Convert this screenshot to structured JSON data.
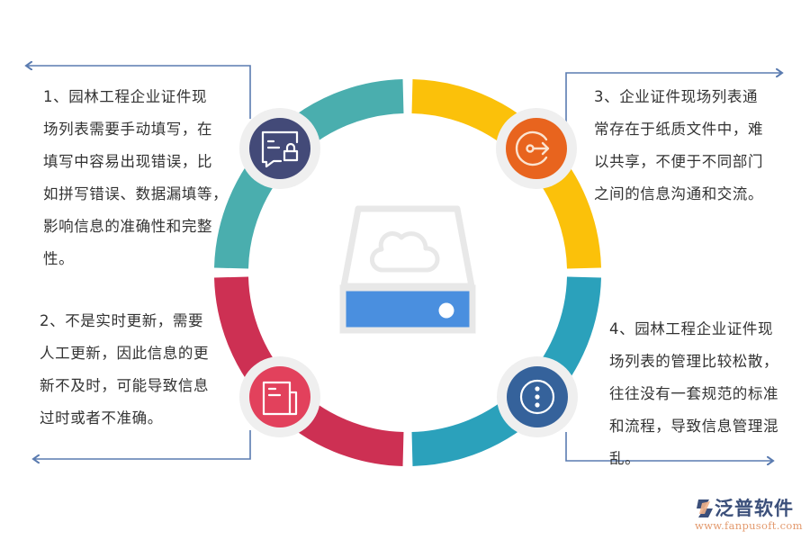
{
  "diagram": {
    "type": "circular-four-segment-infographic",
    "center_icon": "cloud-storage-drive-icon",
    "colors": {
      "segment_top_left": "#4aaeae",
      "segment_top_right": "#fbc10a",
      "segment_bottom_left": "#cd3053",
      "segment_bottom_right": "#2ba1bb",
      "icon_top_left": "#434a78",
      "icon_top_right": "#e8641e",
      "icon_bottom_left": "#e2415c",
      "icon_bottom_right": "#35629b",
      "connector_line": "#5a7bb0",
      "drive_blue": "#4a8fdf",
      "drive_outline": "#e8e8e8",
      "text": "#333333"
    },
    "items": [
      {
        "number": "1",
        "position": "top-left",
        "icon": "chat-lock-icon",
        "text": "1、园林工程企业证件现\n场列表需要手动填写，在\n填写中容易出现错误，比\n如拼写错误、数据漏填等，\n影响信息的准确性和完整\n性。"
      },
      {
        "number": "2",
        "position": "bottom-left",
        "icon": "document-icon",
        "text": "2、不是实时更新，需要\n人工更新，因此信息的更\n新不及时，可能导致信息\n过时或者不准确。"
      },
      {
        "number": "3",
        "position": "top-right",
        "icon": "share-arrow-icon",
        "text": " 3、企业证件现场列表通\n常存在于纸质文件中，难\n以共享，不便于不同部门\n之间的信息沟通和交流。"
      },
      {
        "number": "4",
        "position": "bottom-right",
        "icon": "more-options-icon",
        "text": "4、园林工程企业证件现\n场列表的管理比较松散，\n往往没有一套规范的标准\n和流程，导致信息管理混\n乱。"
      }
    ]
  },
  "logo": {
    "name": "泛普软件",
    "url": "www.fanpusoft.com"
  }
}
